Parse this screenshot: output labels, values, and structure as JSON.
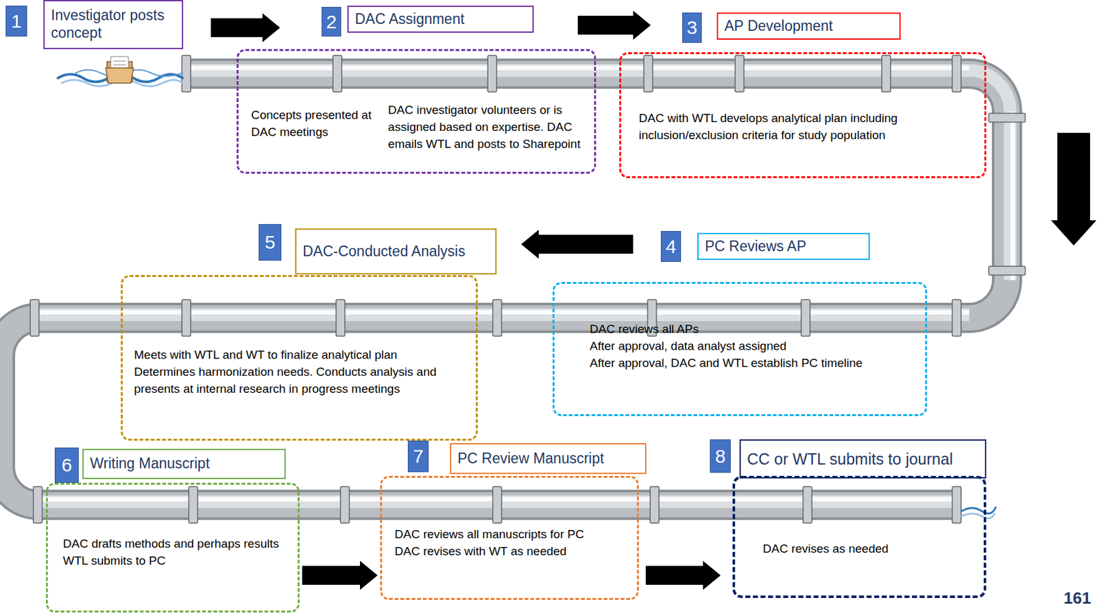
{
  "diagram": {
    "nodes": [
      {
        "text": [
          "1"
        ]
      },
      {
        "text": [
          "Investigator posts concept"
        ]
      },
      {
        "text": [
          "2"
        ]
      },
      {
        "text": [
          "DAC Assignment"
        ]
      },
      {
        "text": [
          "Concepts presented at DAC meetings",
          "DAC investigator volunteers or is assigned based on expertise. DAC emails WTL and posts to Sharepoint"
        ]
      },
      {
        "text": [
          "3"
        ]
      },
      {
        "text": [
          "AP Development"
        ]
      },
      {
        "text": [
          "DAC with WTL develops analytical plan including inclusion/exclusion criteria for study population"
        ]
      },
      {
        "text": [
          "4"
        ]
      },
      {
        "text": [
          "PC Reviews AP"
        ]
      },
      {
        "text": [
          "DAC reviews all APs",
          "After approval, data analyst assigned",
          "After approval, DAC and WTL establish PC timeline"
        ]
      },
      {
        "text": [
          "5"
        ]
      },
      {
        "text": [
          "DAC-Conducted Analysis"
        ]
      },
      {
        "text": [
          "Meets with WTL and WT to finalize analytical plan",
          "Determines harmonization needs. Conducts analysis and presents at internal research in progress meetings"
        ]
      },
      {
        "text": [
          "6"
        ]
      },
      {
        "text": [
          "Writing Manuscript"
        ]
      },
      {
        "text": [
          "DAC drafts methods and perhaps results",
          "WTL submits to PC"
        ]
      },
      {
        "text": [
          "7"
        ]
      },
      {
        "text": [
          "PC Review Manuscript"
        ]
      },
      {
        "text": [
          "DAC reviews all manuscripts for PC",
          "DAC revises with WT as needed"
        ]
      },
      {
        "text": [
          "8"
        ]
      },
      {
        "text": [
          "CC or WTL submits to journal"
        ]
      },
      {
        "text": [
          "DAC revises as needed"
        ]
      }
    ],
    "edges": [
      {
        "from": 1,
        "to": 2,
        "arrow": "to"
      },
      {
        "from": 3,
        "to": 5,
        "arrow": "to"
      },
      {
        "from": 7,
        "to": 9,
        "arrow": "to"
      },
      {
        "from": 8,
        "to": 12,
        "arrow": "to"
      },
      {
        "from": 16,
        "to": 19,
        "arrow": "to"
      },
      {
        "from": 19,
        "to": 22,
        "arrow": "to"
      }
    ],
    "labels": [
      "161"
    ]
  }
}
